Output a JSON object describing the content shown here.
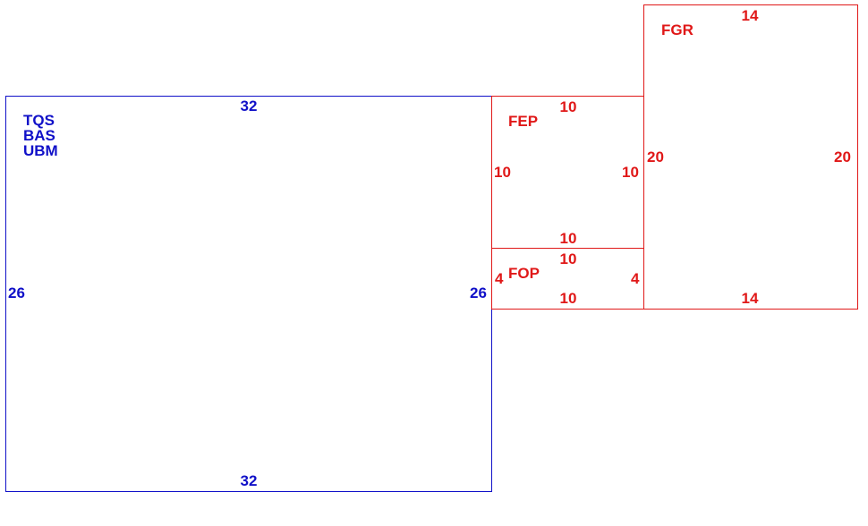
{
  "colors": {
    "blue": "#1010c8",
    "red": "#e01818"
  },
  "rectangles": [
    {
      "id": "main",
      "color": "blue",
      "names": [
        "TQS",
        "BAS",
        "UBM"
      ],
      "dims": {
        "top": "32",
        "bottom": "32",
        "left": "26",
        "right": "26"
      }
    },
    {
      "id": "fep",
      "color": "red",
      "names": [
        "FEP"
      ],
      "dims": {
        "top": "10",
        "bottom": "10",
        "left": "10",
        "right": "10"
      }
    },
    {
      "id": "fop",
      "color": "red",
      "names": [
        "FOP"
      ],
      "dims": {
        "top": "10",
        "bottom": "10",
        "left": "4",
        "right": "4"
      }
    },
    {
      "id": "fgr",
      "color": "red",
      "names": [
        "FGR"
      ],
      "dims": {
        "top": "14",
        "bottom": "14",
        "left": "20",
        "right": "20"
      }
    }
  ]
}
